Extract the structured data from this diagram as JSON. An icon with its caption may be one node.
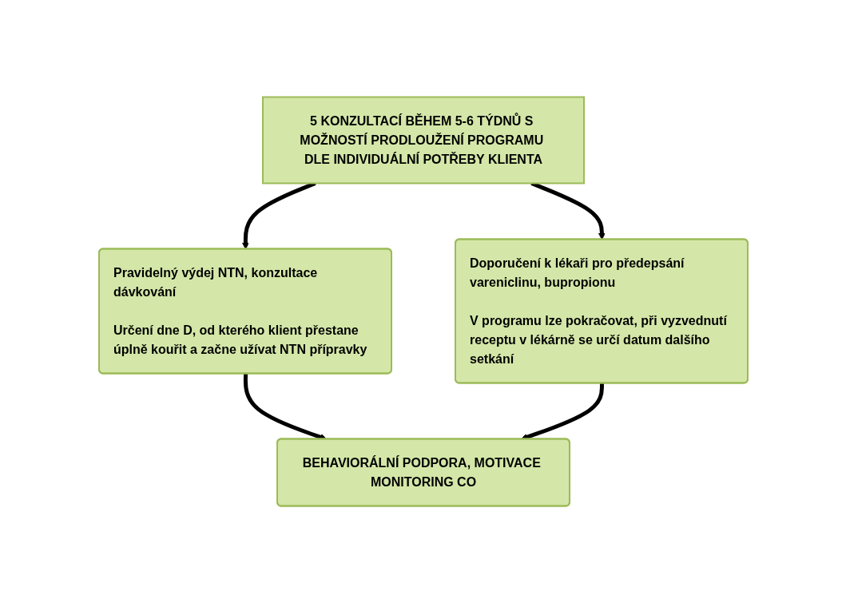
{
  "diagram": {
    "nodes": [
      {
        "text": [
          "5 KONZULTACÍ BĚHEM 5-6 TÝDNŮ S MOŽNOSTÍ PRODLOUŽENÍ PROGRAMU DLE INDIVIDUÁLNÍ POTŘEBY KLIENTA"
        ]
      },
      {
        "text": [
          "Pravidelný výdej NTN, konzultace dávkování",
          "Určení dne D, od kterého klient přestane úplně kouřit a začne užívat NTN přípravky"
        ]
      },
      {
        "text": [
          "Doporučení k lékaři pro předepsání vareniclinu, bupropionu",
          "V programu lze pokračovat, při vyzvednutí receptu v lékárně se určí datum dalšího setkání"
        ]
      },
      {
        "text": [
          "BEHAVIORÁLNÍ PODPORA, MOTIVACE MONITORING CO"
        ]
      }
    ],
    "edges": [
      {
        "from": 0,
        "to": 1,
        "arrow": "to"
      },
      {
        "from": 0,
        "to": 2,
        "arrow": "to"
      },
      {
        "from": 1,
        "to": 3,
        "arrow": "to"
      },
      {
        "from": 2,
        "to": 3,
        "arrow": "to"
      }
    ]
  }
}
